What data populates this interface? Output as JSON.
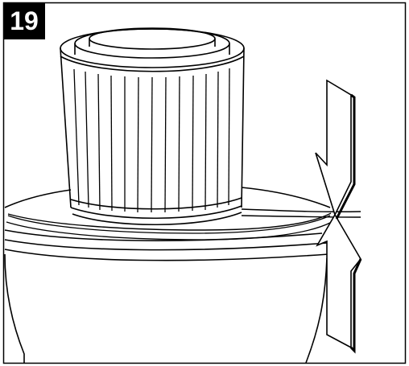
{
  "figure": {
    "step_number": "19",
    "subject": "filter-cartridge-on-container",
    "colors": {
      "ink": "#000000",
      "paper": "#ffffff",
      "badge_bg": "#000000",
      "badge_text": "#ffffff"
    },
    "icons": [
      "cylindrical-filter",
      "container-bowl",
      "break-line-symbol"
    ]
  }
}
